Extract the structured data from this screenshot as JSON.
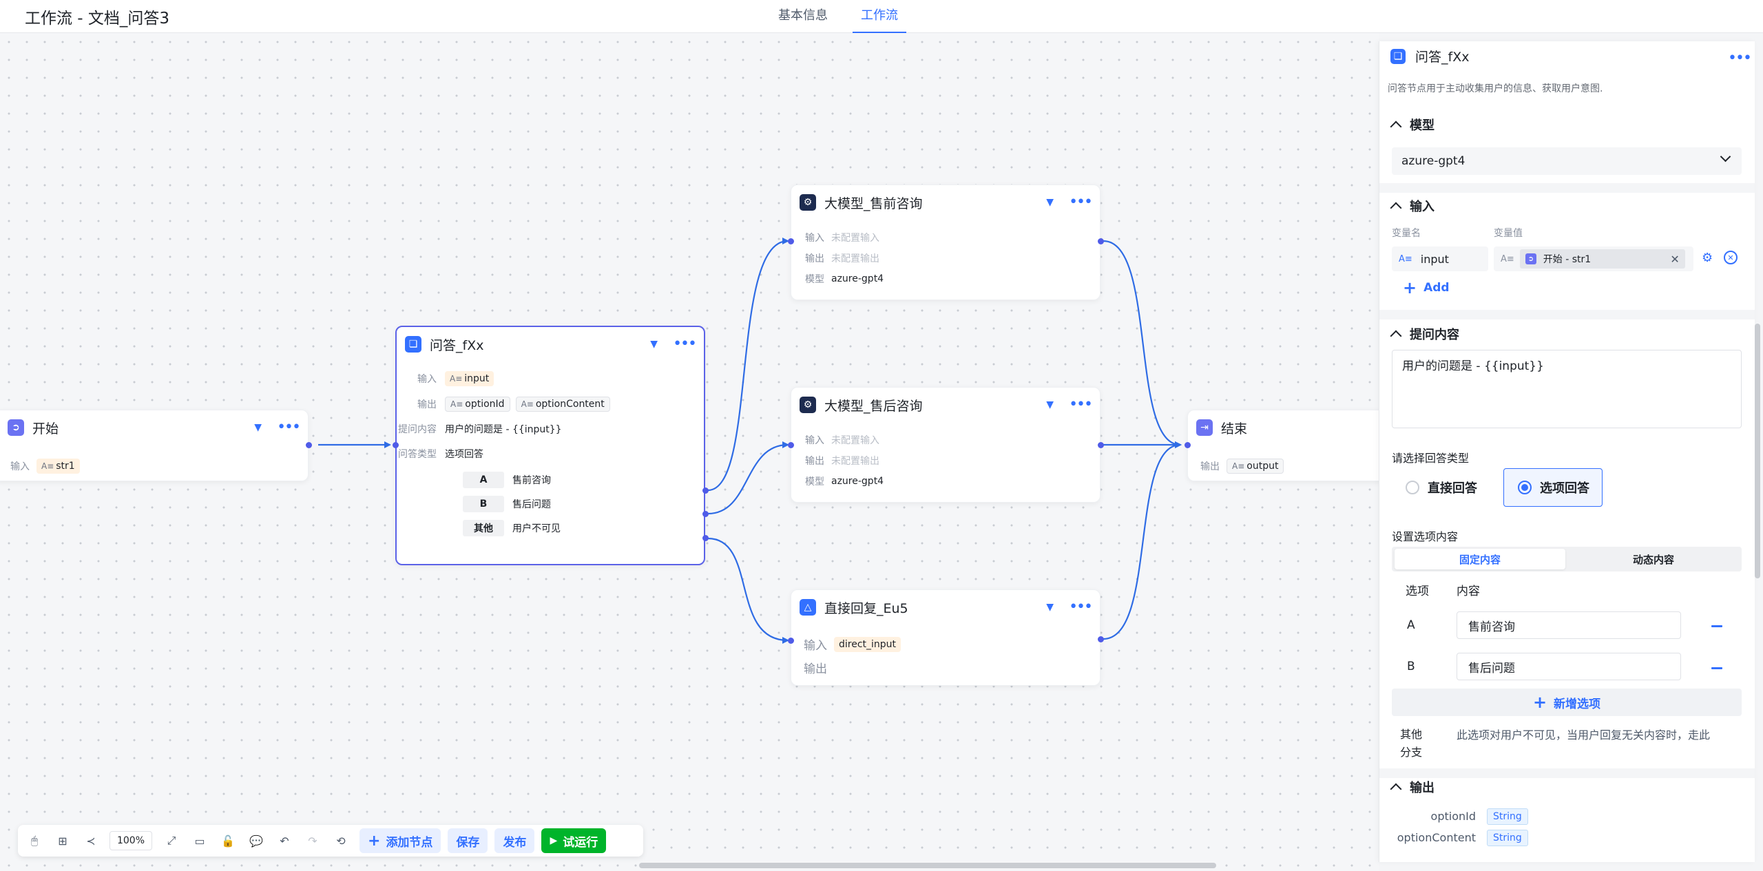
{
  "header": {
    "title": "工作流 - 文档_问答3",
    "tabs": [
      "基本信息",
      "工作流"
    ]
  },
  "colors": {
    "accent": "#3370ff",
    "edge": "#2f6ce5",
    "port": "#4f5be8",
    "run_button": "#00b42a",
    "output_tag_bg": "#fff1e0"
  },
  "nodes": {
    "start": {
      "title": "开始",
      "input_label": "输入",
      "input_var": "str1"
    },
    "qa": {
      "title": "问答_fXx",
      "input_label": "输入",
      "input_var": "input",
      "output_label": "输出",
      "outputs": [
        "optionId",
        "optionContent"
      ],
      "prompt_label": "提问内容",
      "prompt_value": "用户的问题是 - {{input}}",
      "type_label": "问答类型",
      "type_value": "选项回答",
      "options": [
        {
          "key": "A",
          "value": "售前咨询"
        },
        {
          "key": "B",
          "value": "售后问题"
        },
        {
          "key": "其他",
          "value": "用户不可见"
        }
      ]
    },
    "llm_pre": {
      "title": "大模型_售前咨询",
      "input_label": "输入",
      "input_value": "未配置输入",
      "output_label": "输出",
      "output_value": "未配置输出",
      "model_label": "模型",
      "model_value": "azure-gpt4"
    },
    "llm_post": {
      "title": "大模型_售后咨询",
      "input_label": "输入",
      "input_value": "未配置输入",
      "output_label": "输出",
      "output_value": "未配置输出",
      "model_label": "模型",
      "model_value": "azure-gpt4"
    },
    "reply": {
      "title": "直接回复_Eu5",
      "input_label": "输入",
      "input_var": "direct_input",
      "output_label": "输出"
    },
    "end": {
      "title": "结束",
      "output_label": "输出",
      "output_var": "output"
    }
  },
  "toolbar": {
    "zoom": "100%",
    "add_node": "添加节点",
    "save": "保存",
    "publish": "发布",
    "run": "试运行"
  },
  "panel": {
    "title": "问答_fXx",
    "description": "问答节点用于主动收集用户的信息、获取用户意图.",
    "model_section": "模型",
    "model_value": "azure-gpt4",
    "input_section": "输入",
    "var_name_header": "变量名",
    "var_value_header": "变量值",
    "input_var_name": "input",
    "input_var_ref": "开始 - str1",
    "add_label": "Add",
    "prompt_section": "提问内容",
    "prompt_value": "用户的问题是 - {{input}}",
    "answer_type_label": "请选择回答类型",
    "answer_types": [
      "直接回答",
      "选项回答"
    ],
    "option_content_label": "设置选项内容",
    "option_tabs": [
      "固定内容",
      "动态内容"
    ],
    "option_col": "选项",
    "content_col": "内容",
    "options": [
      {
        "key": "A",
        "value": "售前咨询"
      },
      {
        "key": "B",
        "value": "售后问题"
      }
    ],
    "add_option": "新增选项",
    "other_label": "其他\n分支",
    "other_desc": "此选项对用户不可见，当用户回复无关内容时，走此",
    "output_section": "输出",
    "outputs": [
      {
        "name": "optionId",
        "type": "String"
      },
      {
        "name": "optionContent",
        "type": "String"
      }
    ]
  }
}
